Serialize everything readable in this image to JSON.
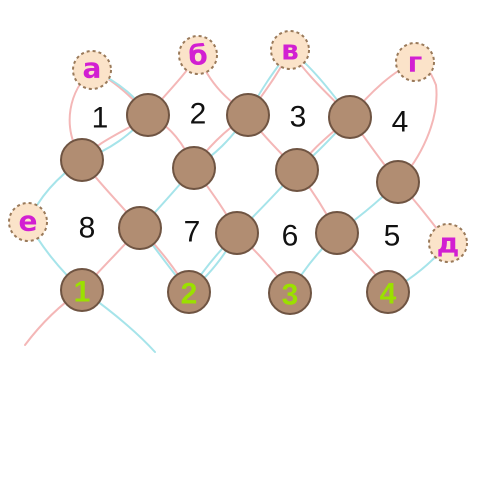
{
  "diagram": {
    "colors": {
      "bead_fill": "#b18d72",
      "bead_stroke": "#6f5442",
      "marker_fill": "#fbe3c9",
      "marker_stroke": "#9a7a5a",
      "letter_color": "#d21fd2",
      "numbered_bead_color": "#9be000",
      "thread_pink": "#f4b7b7",
      "thread_blue": "#a6e4ea",
      "text_color": "#111111"
    },
    "letters": [
      "а",
      "б",
      "в",
      "г",
      "д",
      "е"
    ],
    "cell_numbers": [
      "1",
      "2",
      "3",
      "4",
      "5",
      "6",
      "7",
      "8"
    ],
    "bottom_bead_labels": [
      "1",
      "2",
      "3",
      "4"
    ]
  }
}
